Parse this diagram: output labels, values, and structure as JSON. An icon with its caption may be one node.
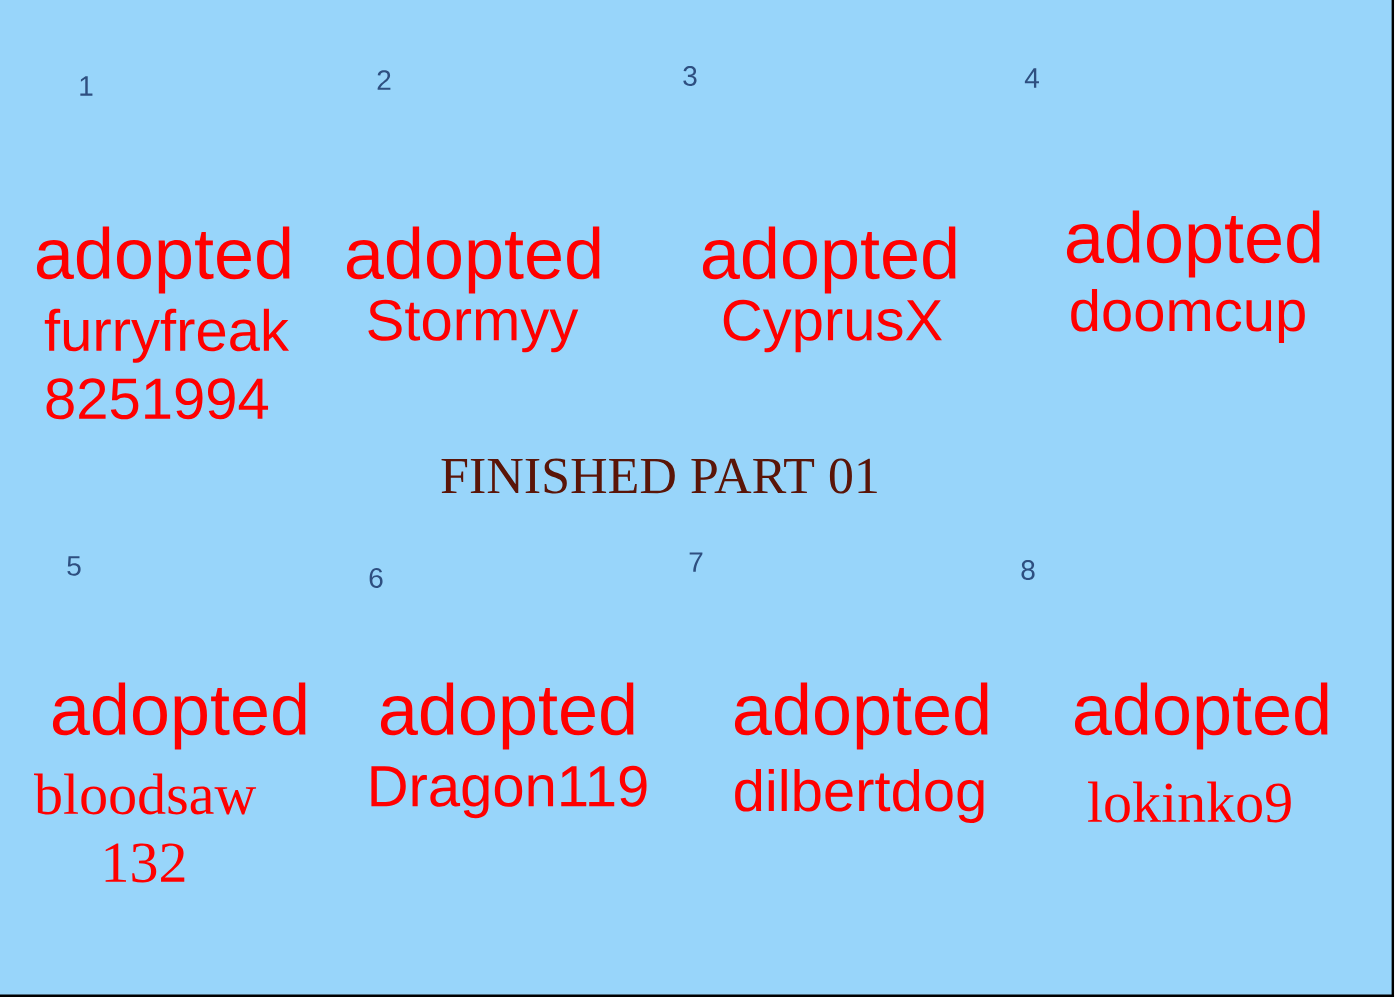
{
  "diagram": {
    "title": "FINISHED PART 01",
    "labels": [
      "1",
      "2",
      "3",
      "4",
      "adopted",
      "adopted",
      "adopted",
      "adopted",
      "furryfreak 8251994",
      "Stormyy",
      "CyprusX",
      "doomcup",
      "5",
      "6",
      "7",
      "8",
      "adopted",
      "adopted",
      "adopted",
      "adopted",
      "bloodsaw 132",
      "Dragon119",
      "dilbertdog",
      "lokinko9"
    ]
  }
}
